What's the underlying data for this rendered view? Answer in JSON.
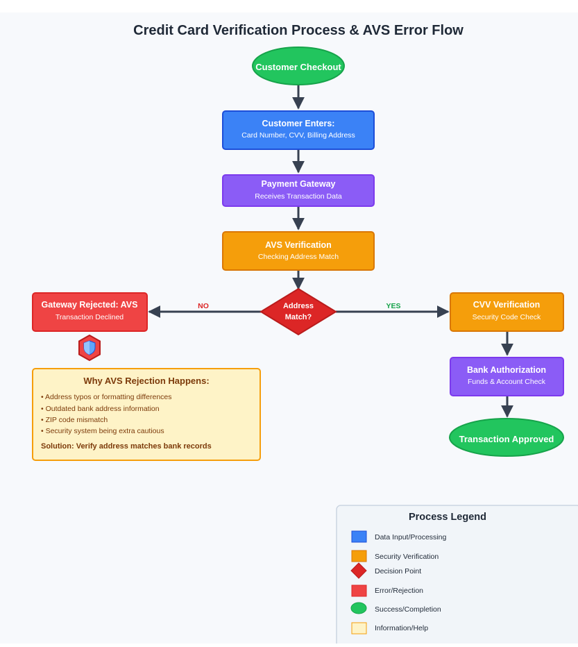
{
  "title": "Credit Card Verification Process & AVS Error Flow",
  "nodes": {
    "checkout": {
      "label": "Customer Checkout"
    },
    "enter": {
      "label": "Customer Enters:",
      "sub": "Card Number, CVV, Billing Address"
    },
    "gateway": {
      "label": "Payment Gateway",
      "sub": "Receives Transaction Data"
    },
    "avs": {
      "label": "AVS Verification",
      "sub": "Checking Address Match"
    },
    "decision": {
      "line1": "Address",
      "line2": "Match?"
    },
    "rejected": {
      "label": "Gateway Rejected: AVS",
      "sub": "Transaction Declined"
    },
    "cvv": {
      "label": "CVV Verification",
      "sub": "Security Code Check"
    },
    "bank": {
      "label": "Bank Authorization",
      "sub": "Funds & Account Check"
    },
    "approved": {
      "label": "Transaction Approved"
    }
  },
  "edges": {
    "no": "NO",
    "yes": "YES"
  },
  "info": {
    "title": "Why AVS Rejection Happens:",
    "items": [
      "• Address typos or formatting differences",
      "• Outdated bank address information",
      "• ZIP code mismatch",
      "• Security system being extra cautious"
    ],
    "solution": "Solution: Verify address matches bank records"
  },
  "legend": {
    "title": "Process Legend",
    "items": [
      {
        "label": "Data Input/Processing",
        "shape": "square",
        "color": "#3b82f6"
      },
      {
        "label": "Security Verification",
        "shape": "square",
        "color": "#f59e0b"
      },
      {
        "label": "Decision Point",
        "shape": "diamond",
        "color": "#dc2626"
      },
      {
        "label": "Error/Rejection",
        "shape": "square",
        "color": "#ef4444"
      },
      {
        "label": "Success/Completion",
        "shape": "ellipse",
        "color": "#22c55e"
      },
      {
        "label": "Information/Help",
        "shape": "square",
        "color": "#fef3c7"
      }
    ]
  },
  "colors": {
    "blue": "#3b82f6",
    "purple": "#8b5cf6",
    "orange": "#f59e0b",
    "red": "#ef4444",
    "green": "#22c55e",
    "arrow": "#374151"
  },
  "icons": [
    "shield-icon"
  ]
}
